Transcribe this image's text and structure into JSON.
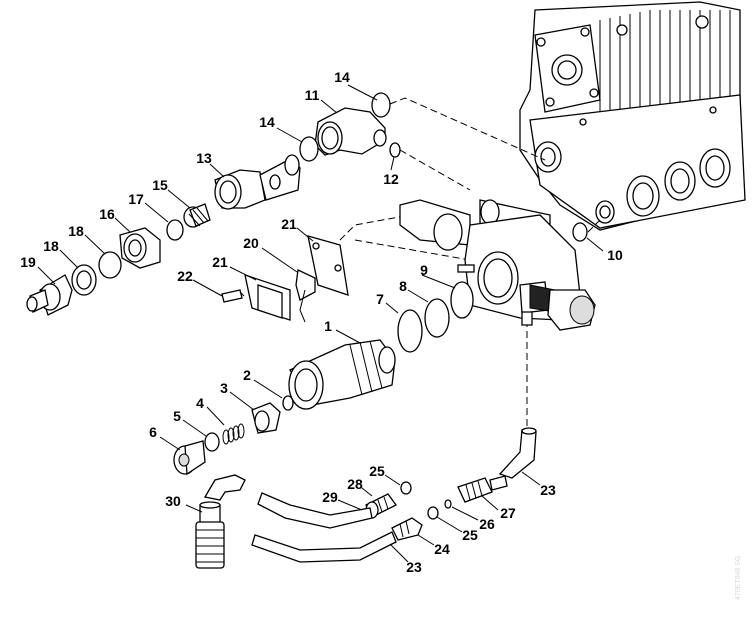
{
  "diagram": {
    "labels": {
      "p1": "1",
      "p2": "2",
      "p3": "3",
      "p4": "4",
      "p5": "5",
      "p6": "6",
      "p7": "7",
      "p8": "8",
      "p9": "9",
      "p10": "10",
      "p11": "11",
      "p12": "12",
      "p13": "13",
      "p14a": "14",
      "p14b": "14",
      "p15": "15",
      "p16": "16",
      "p17": "17",
      "p18": "18",
      "p19": "19",
      "p20": "20",
      "p21a": "21",
      "p21b": "21",
      "p22": "22",
      "p23a": "23",
      "p23b": "23",
      "p24": "24",
      "p25a": "25",
      "p25b": "25",
      "p26": "26",
      "p27": "27",
      "p28": "28",
      "p29": "29",
      "p30": "30"
    },
    "watermark": "470ET048 SG"
  }
}
